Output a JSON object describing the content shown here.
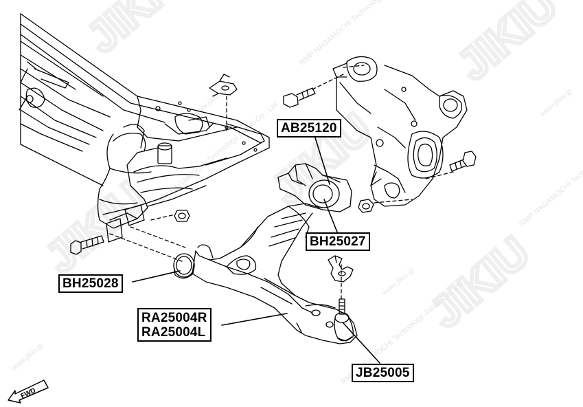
{
  "watermark": {
    "logo": "JIKIU",
    "company": "RMP NAGAMOCHI Technology Japan Co., Ltd",
    "url": "www.jikiu.jp"
  },
  "direction_indicator": "FWD",
  "part_labels": [
    {
      "id": "ab25120",
      "lines": [
        "AB25120"
      ]
    },
    {
      "id": "bh25027",
      "lines": [
        "BH25027"
      ]
    },
    {
      "id": "bh25028",
      "lines": [
        "BH25028"
      ]
    },
    {
      "id": "ra25004",
      "lines": [
        "RA25004R",
        "RA25004L"
      ]
    },
    {
      "id": "jb25005",
      "lines": [
        "JB25005"
      ]
    }
  ],
  "colors": {
    "line": "#000000",
    "watermark": "#d8d8d8",
    "background": "#ffffff"
  }
}
